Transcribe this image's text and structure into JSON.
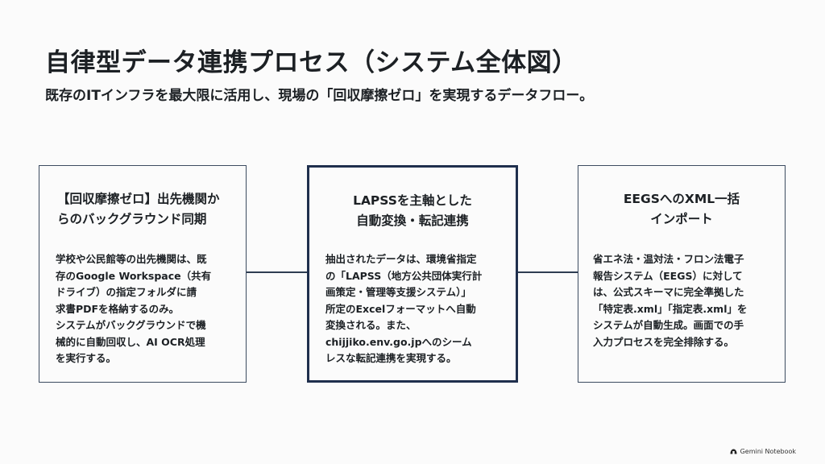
{
  "title": "自律型データ連携プロセス（システム全体図）",
  "subtitle": "既存のITインフラを最大限に活用し、現場の「回収摩擦ゼロ」を実現するデータフロー。",
  "boxes": [
    {
      "title": "【回収摩擦ゼロ】出先機関か\nらのバックグラウンド同期",
      "body": "学校や公民館等の出先機関は、既\n存のGoogle Workspace（共有\nドライブ）の指定フォルダに請\n求書PDFを格納するのみ。\nシステムがバックグラウンドで機\n械的に自動回収し、AI OCR処理\nを実行する。"
    },
    {
      "title": "LAPSSを主軸とした\n自動変換・転記連携",
      "body": "抽出されたデータは、環境省指定\nの「LAPSS（地方公共団体実行計\n画策定・管理等支援システム）」\n所定のExcelフォーマットへ自動\n変換される。また、\nchijjiko.env.go.jpへのシーム\nレスな転記連携を実現する。"
    },
    {
      "title": "EEGSへのXML一括\nインポート",
      "body": "省エネ法・温対法・フロン法電子\n報告システム（EEGS）に対して\nは、公式スキーマに完全準拠した\n「特定表.xml」「指定表.xml」を\nシステムが自動生成。画面での手\n入力プロセスを完全排除する。"
    }
  ],
  "brand": {
    "label": "Gemini Notebook",
    "icon": "notebook-icon"
  }
}
